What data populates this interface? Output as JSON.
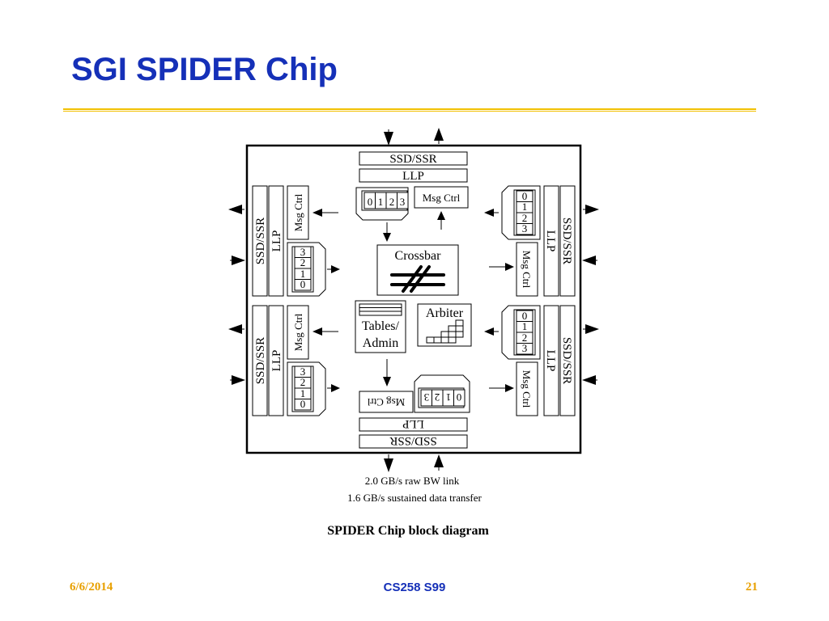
{
  "slide": {
    "title": "SGI SPIDER Chip"
  },
  "diagram": {
    "ssd_ssr": "SSD/SSR",
    "llp": "LLP",
    "msg_ctrl": "Msg Ctrl",
    "crossbar": "Crossbar",
    "arbiter": "Arbiter",
    "tables_admin_line1": "Tables/",
    "tables_admin_line2": "Admin",
    "buffer_0": "0",
    "buffer_1": "1",
    "buffer_2": "2",
    "buffer_3": "3",
    "link_raw_bw": "2.0 GB/s raw BW link",
    "link_sustained": "1.6 GB/s sustained data transfer",
    "caption": "SPIDER Chip block diagram"
  },
  "footer": {
    "date": "6/6/2014",
    "course": "CS258 S99",
    "page": "21"
  }
}
